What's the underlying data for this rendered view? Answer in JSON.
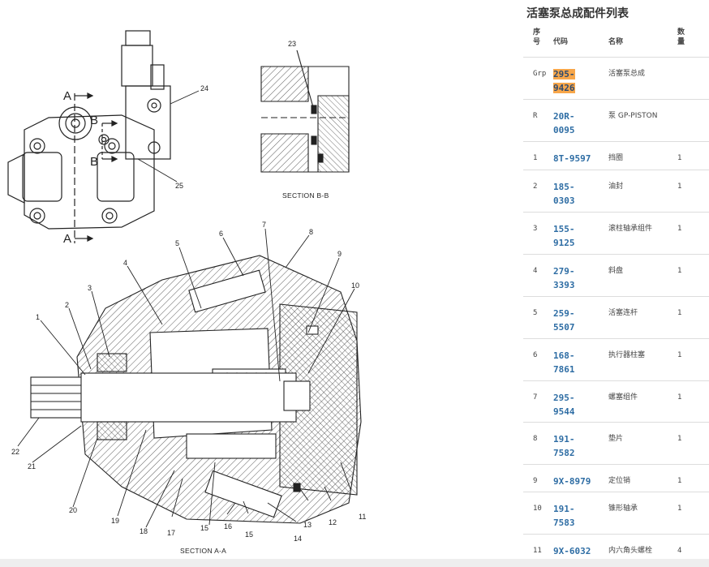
{
  "panel": {
    "title": "活塞泵总成配件列表",
    "headers": {
      "index": "序号",
      "code": "代码",
      "name": "名称",
      "qty": "数量"
    },
    "rows": [
      {
        "idx": "Grp",
        "code": "295-9426",
        "name": "活塞泵总成",
        "qty": "",
        "highlight": true
      },
      {
        "idx": "R",
        "code": "20R-0095",
        "name": "泵 GP-PISTON",
        "qty": ""
      },
      {
        "idx": "1",
        "code": "8T-9597",
        "name": "挡圈",
        "qty": "1"
      },
      {
        "idx": "2",
        "code": "185-0303",
        "name": "油封",
        "qty": "1"
      },
      {
        "idx": "3",
        "code": "155-9125",
        "name": "滚柱轴承组件",
        "qty": "1"
      },
      {
        "idx": "4",
        "code": "279-3393",
        "name": "斜盘",
        "qty": "1"
      },
      {
        "idx": "5",
        "code": "259-5507",
        "name": "活塞连杆",
        "qty": "1"
      },
      {
        "idx": "6",
        "code": "168-7861",
        "name": "执行器柱塞",
        "qty": "1"
      },
      {
        "idx": "7",
        "code": "295-9544",
        "name": "螺塞组件",
        "qty": "1"
      },
      {
        "idx": "8",
        "code": "191-7582",
        "name": "垫片",
        "qty": "1"
      },
      {
        "idx": "9",
        "code": "9X-8979",
        "name": "定位销",
        "qty": "1"
      },
      {
        "idx": "10",
        "code": "191-7583",
        "name": "锥形轴承",
        "qty": "1"
      },
      {
        "idx": "11",
        "code": "9X-6032",
        "name": "内六角头螺栓",
        "qty": "4"
      }
    ]
  },
  "diagram": {
    "section_bb": "SECTION  B-B",
    "section_aa": "SECTION  A-A",
    "marker_a": "A",
    "marker_b": "B",
    "callouts": [
      "1",
      "2",
      "3",
      "4",
      "5",
      "6",
      "7",
      "8",
      "9",
      "10",
      "11",
      "12",
      "13",
      "14",
      "15",
      "16",
      "15",
      "17",
      "18",
      "19",
      "20",
      "21",
      "22",
      "23",
      "24",
      "25"
    ]
  }
}
